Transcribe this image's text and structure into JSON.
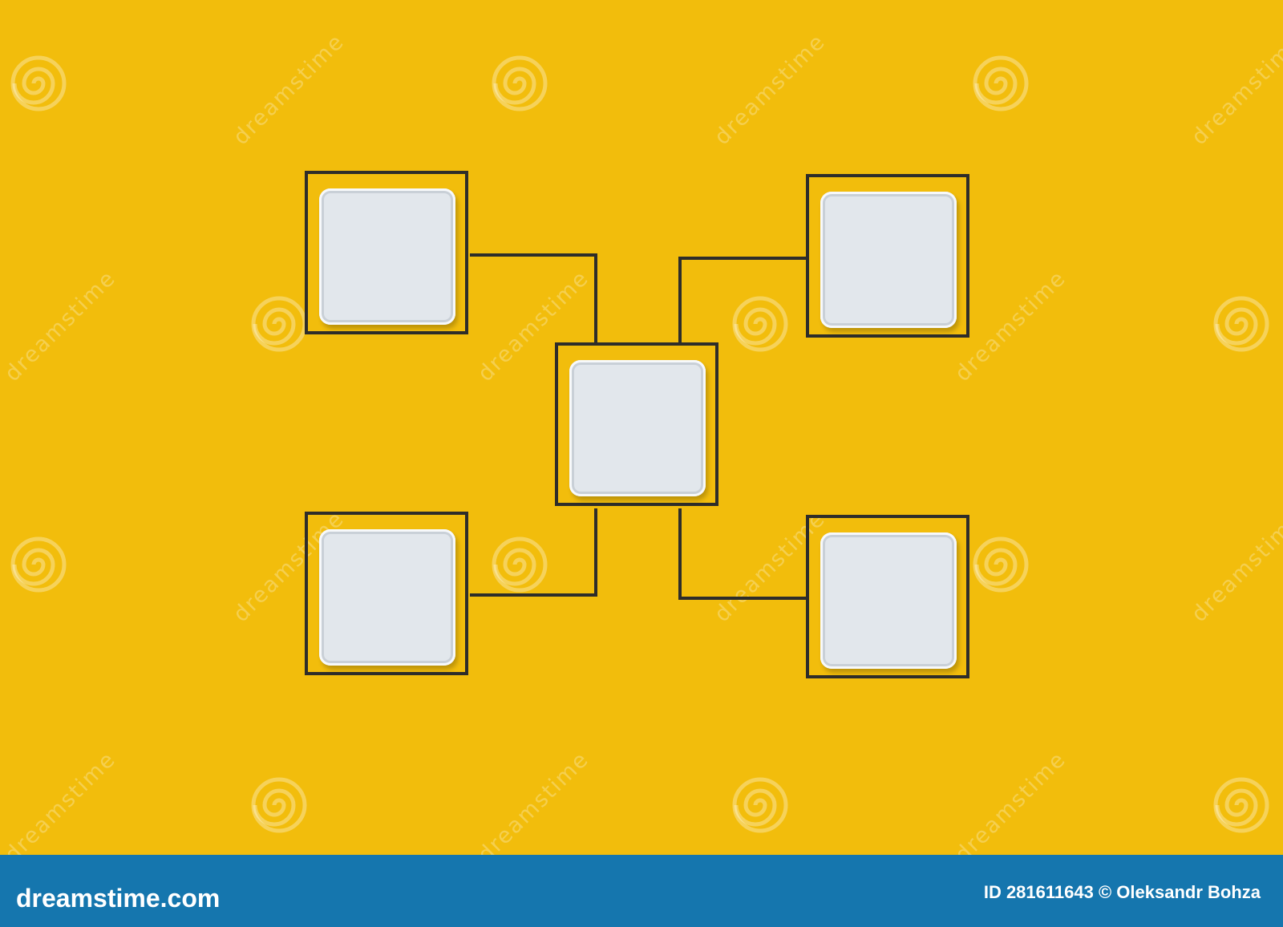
{
  "watermark": {
    "text": "dreamstime",
    "icon": "swirl-logo"
  },
  "footer": {
    "site": "dreamstime.com",
    "credit": "ID 281611643 © Oleksandr Bohza"
  },
  "colors": {
    "background": "#f2bd0c",
    "lines": "#2e2d2a",
    "tile": "#e2e7ec",
    "footer": "#1576ae"
  },
  "diagram": {
    "nodes": [
      {
        "id": "top-left",
        "label": ""
      },
      {
        "id": "top-right",
        "label": ""
      },
      {
        "id": "center",
        "label": ""
      },
      {
        "id": "bottom-left",
        "label": ""
      },
      {
        "id": "bottom-right",
        "label": ""
      }
    ],
    "edges": [
      {
        "from": "center",
        "to": "top-left"
      },
      {
        "from": "center",
        "to": "top-right"
      },
      {
        "from": "center",
        "to": "bottom-left"
      },
      {
        "from": "center",
        "to": "bottom-right"
      }
    ]
  }
}
